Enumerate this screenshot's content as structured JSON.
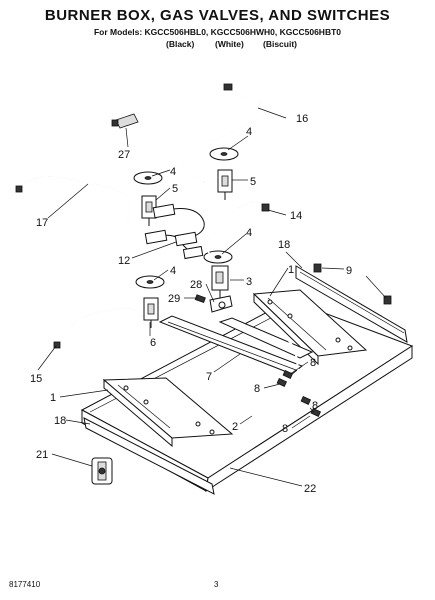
{
  "header": {
    "title": "BURNER BOX, GAS VALVES, AND SWITCHES",
    "models_line": "For Models: KGCC506HBL0, KGCC506HWH0, KGCC506HBT0",
    "variants": [
      "(Black)",
      "(White)",
      "(Biscuit)"
    ]
  },
  "callouts": [
    {
      "id": "c16",
      "text": "16"
    },
    {
      "id": "c27",
      "text": "27"
    },
    {
      "id": "c4a",
      "text": "4"
    },
    {
      "id": "c4b",
      "text": "4"
    },
    {
      "id": "c5a",
      "text": "5"
    },
    {
      "id": "c5b",
      "text": "5"
    },
    {
      "id": "c17",
      "text": "17"
    },
    {
      "id": "c14",
      "text": "14"
    },
    {
      "id": "c12",
      "text": "12"
    },
    {
      "id": "c4c",
      "text": "4"
    },
    {
      "id": "c18a",
      "text": "18"
    },
    {
      "id": "c1a",
      "text": "1"
    },
    {
      "id": "c9",
      "text": "9"
    },
    {
      "id": "c3",
      "text": "3"
    },
    {
      "id": "c4d",
      "text": "4"
    },
    {
      "id": "c28",
      "text": "28"
    },
    {
      "id": "c29",
      "text": "29"
    },
    {
      "id": "c6",
      "text": "6"
    },
    {
      "id": "c15",
      "text": "15"
    },
    {
      "id": "c7",
      "text": "7"
    },
    {
      "id": "c8a",
      "text": "8"
    },
    {
      "id": "c8b",
      "text": "8"
    },
    {
      "id": "c1b",
      "text": "1"
    },
    {
      "id": "c8c",
      "text": "8"
    },
    {
      "id": "c18b",
      "text": "18"
    },
    {
      "id": "c2",
      "text": "2"
    },
    {
      "id": "c8d",
      "text": "8"
    },
    {
      "id": "c21",
      "text": "21"
    },
    {
      "id": "c22",
      "text": "22"
    }
  ],
  "footer": {
    "doc_number": "8177410",
    "page_number": "3"
  }
}
